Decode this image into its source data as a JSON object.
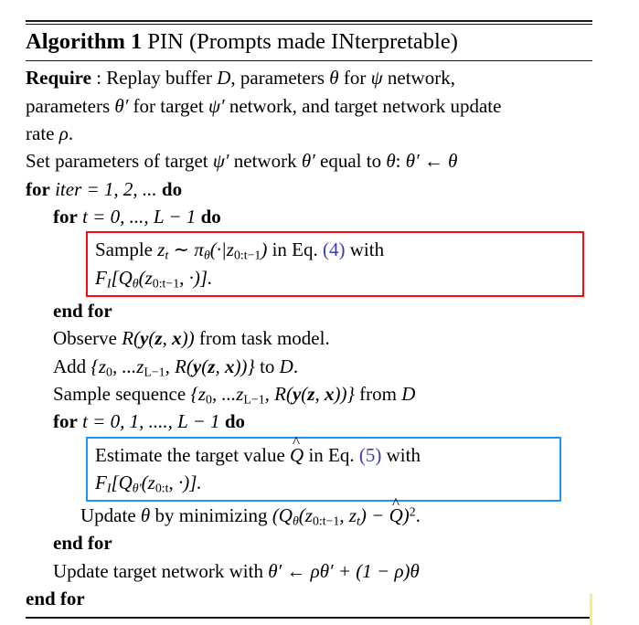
{
  "document": {
    "type": "algorithm-pseudocode-figure",
    "link_color": "#3b3bb5",
    "red_box_color": "#fb0a07",
    "blue_box_color": "#2196f3",
    "marker_color": "#ffeb7a"
  },
  "title": {
    "label": "Algorithm 1",
    "name": "PIN (Prompts made INterpretable)"
  },
  "lines": {
    "require_keyword": "Require",
    "require_colon": ":",
    "require_l1_a": "Replay buffer ",
    "require_l1_D": "D",
    "require_l1_b": ", parameters ",
    "require_l1_theta": "θ",
    "require_l1_c": " for ",
    "require_l1_psi": "ψ",
    "require_l1_d": " network,",
    "require_l2_a": "parameters ",
    "require_l2_thetap": "θ′",
    "require_l2_b": " for target ",
    "require_l2_psip": "ψ′",
    "require_l2_c": " network, and target network update",
    "require_l3_a": "rate ",
    "require_l3_rho": "ρ",
    "require_l3_b": ".",
    "set_params_a": "Set parameters of target ",
    "set_params_psip": "ψ′",
    "set_params_b": " network ",
    "set_params_thetap": "θ′",
    "set_params_c": " equal to ",
    "set_params_theta": "θ",
    "set_params_colon": ": ",
    "set_params_assign": "θ′ ← θ",
    "for_outer_kw": "for",
    "for_outer_var": "iter",
    "for_outer_eq": "= 1, 2, ...",
    "for_outer_do": "do",
    "for_t_kw": "for",
    "for_t_expr": "t = 0, ..., L − 1",
    "for_t_do": "do",
    "box_red_l1_a": "Sample ",
    "box_red_l1_z": "z",
    "box_red_l1_zsub": "t",
    "box_red_l1_sim": " ∼ ",
    "box_red_l1_pi": "π",
    "box_red_l1_pisub": "θ",
    "box_red_l1_arg": "(·|z",
    "box_red_l1_argsub": "0:t−1",
    "box_red_l1_close": ")",
    "box_red_l1_in": " in Eq. ",
    "box_red_l1_eqref": "(4)",
    "box_red_l1_with": " with",
    "box_red_l2_F": "F",
    "box_red_l2_Fsub": "I",
    "box_red_l2_open": "[Q",
    "box_red_l2_Qsub": "θ",
    "box_red_l2_arg": "(z",
    "box_red_l2_argsub": "0:t−1",
    "box_red_l2_close": ", ·)].",
    "end_for_1": "end for",
    "observe_a": "Observe ",
    "observe_R": "R(",
    "observe_y": "y",
    "observe_open": "(",
    "observe_z": "z",
    "observe_comma": ", ",
    "observe_x": "x",
    "observe_close": "))",
    "observe_b": " from task model.",
    "add_a": "Add ",
    "add_brace_open": "{z",
    "add_sub0": "0",
    "add_mid": ", ...z",
    "add_subL": "L−1",
    "add_R": ", R(",
    "add_y": "y",
    "add_z": "z",
    "add_x": "x",
    "add_close": "))}",
    "add_to": " to ",
    "add_D": "D",
    "add_period": ".",
    "sample_seq_a": "Sample sequence ",
    "sample_seq_from": " from ",
    "sample_seq_D": "D",
    "for_t2_kw": "for",
    "for_t2_expr": "t = 0, 1, ...., L − 1",
    "for_t2_do": "do",
    "box_blue_l1_a": "Estimate the target value ",
    "box_blue_l1_Qhat": "Q",
    "box_blue_l1_b": " in Eq. ",
    "box_blue_l1_eqref": "(5)",
    "box_blue_l1_c": " with",
    "box_blue_l2_F": "F",
    "box_blue_l2_Fsub": "I",
    "box_blue_l2_open": "[Q",
    "box_blue_l2_Qsub": "θ′",
    "box_blue_l2_arg": "(z",
    "box_blue_l2_argsub": "0:t",
    "box_blue_l2_close": ", ·)].",
    "update_a": "Update ",
    "update_theta": "θ",
    "update_b": " by minimizing ",
    "update_expr_open": "(Q",
    "update_expr_sub": "θ",
    "update_expr_arg": "(z",
    "update_expr_argsub": "0:t−1",
    "update_expr_zt": ", z",
    "update_expr_ztsub": "t",
    "update_expr_minus": ") − ",
    "update_expr_Qhat": "Q",
    "update_expr_sq": ")",
    "update_expr_pow": "2",
    "update_expr_period": ".",
    "end_for_2": "end for",
    "update_target_a": "Update target network with ",
    "update_target_expr": "θ′ ← ρθ′ + (1 − ρ)θ",
    "end_for_3": "end for"
  }
}
